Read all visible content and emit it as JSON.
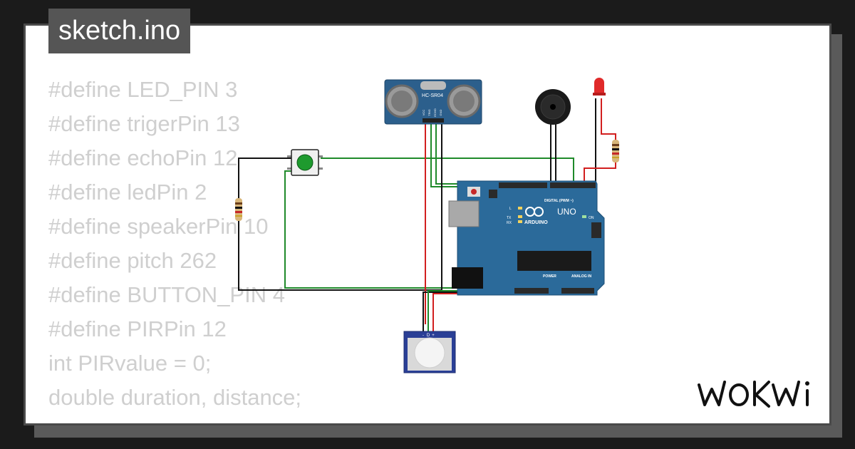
{
  "file_tab": {
    "label": "sketch.ino"
  },
  "code_lines": [
    "#define LED_PIN 3",
    "#define trigerPin 13",
    "#define echoPin 12",
    "#define ledPin 2",
    "#define speakerPin 10",
    "#define pitch 262",
    "#define BUTTON_PIN 4",
    "#define PIRPin 12",
    "int PIRvalue = 0;",
    "double duration, distance;"
  ],
  "brand": {
    "logo_text": "WOKWi"
  },
  "circuit": {
    "ultrasonic_label": "HC-SR04",
    "ultrasonic_pins": [
      "VCC",
      "TRIG",
      "ECHO",
      "GND"
    ],
    "board_labels": {
      "model": "UNO",
      "brand": "ARDUINO",
      "digital": "DIGITAL (PWM ~)",
      "power": "POWER",
      "analog": "ANALOG IN",
      "on": "ON",
      "tx": "TX",
      "rx": "RX",
      "l": "L"
    },
    "pir_pins": [
      "-",
      "D",
      "+"
    ]
  },
  "colors": {
    "wire_green": "#1f8a2a",
    "wire_red": "#d21f1f",
    "wire_black": "#111111",
    "board_blue": "#2b6a9a"
  }
}
